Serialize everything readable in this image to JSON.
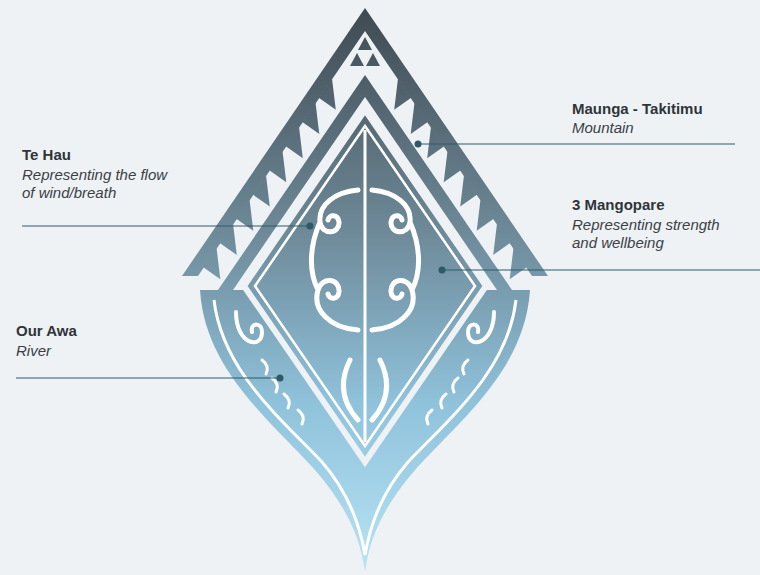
{
  "diagram": {
    "labels": [
      "Maunga - Takitimu",
      "Mountain",
      "Te Hau",
      "Representing the flow of wind/breath",
      "3 Mangopare",
      "Representing strength and wellbeing",
      "Our Awa",
      "River"
    ]
  }
}
